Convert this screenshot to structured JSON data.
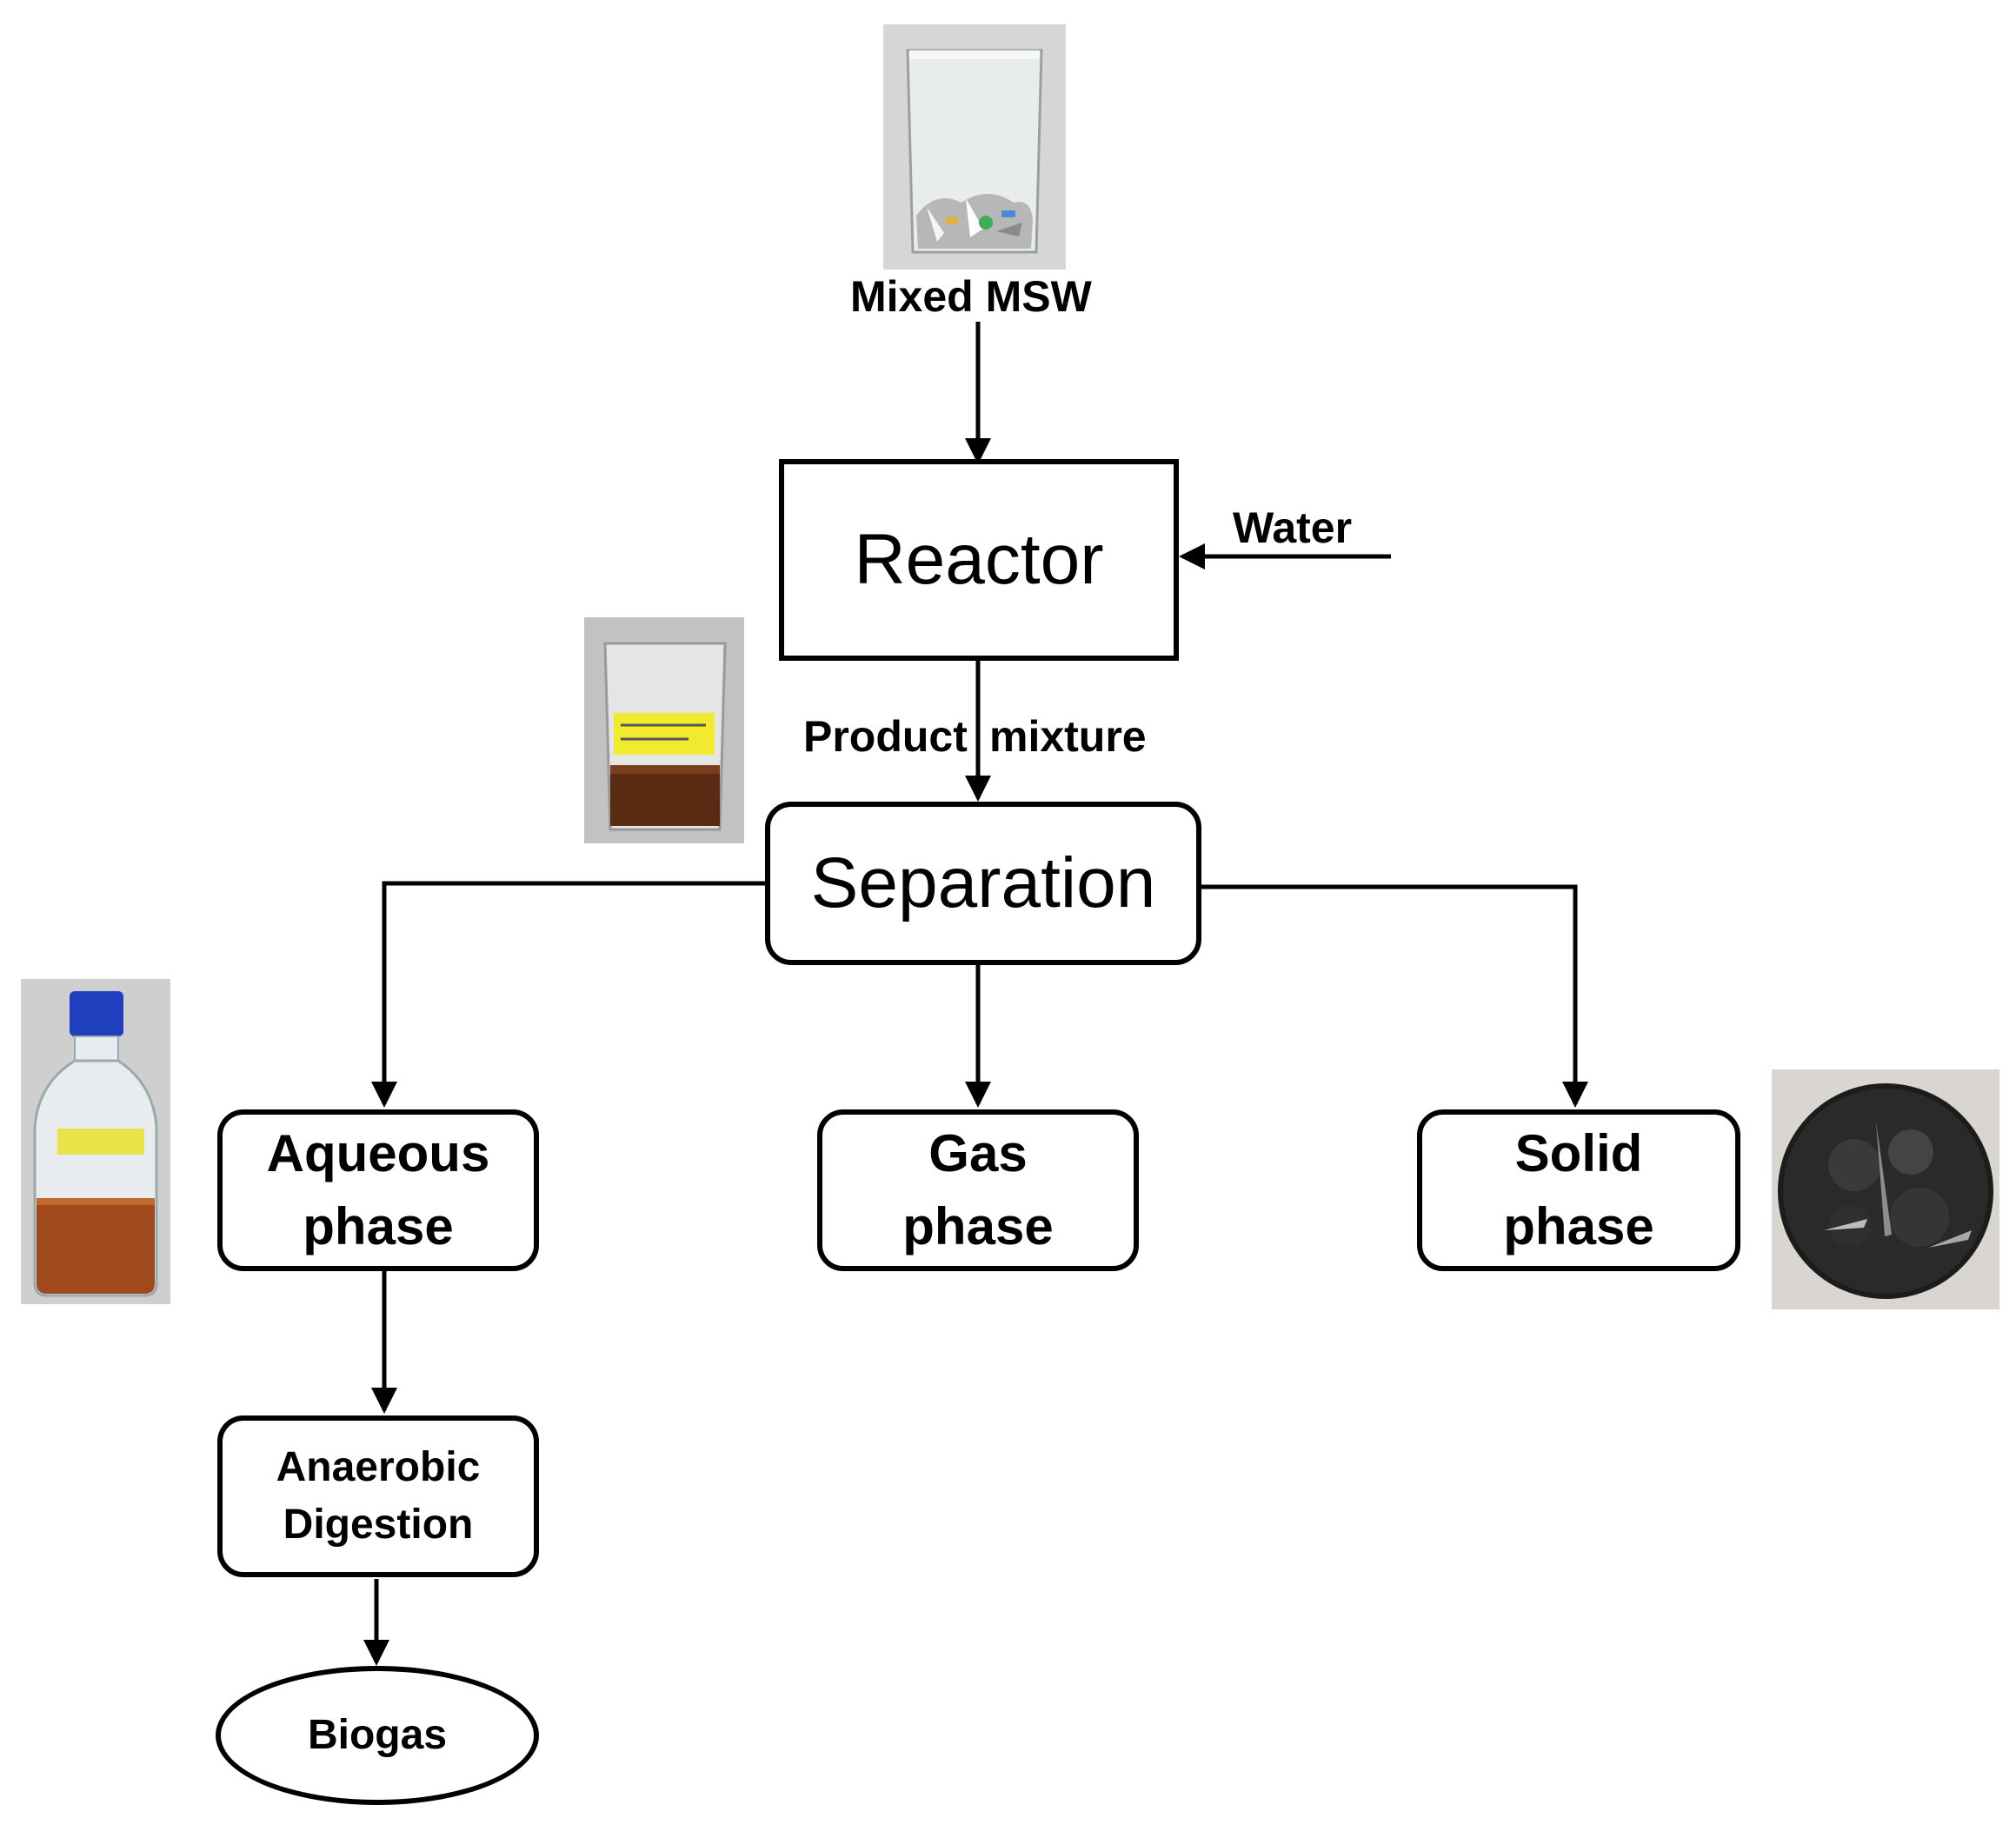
{
  "input_label": "Mixed MSW",
  "water_label": "Water",
  "product_label_left": "Product",
  "product_label_right": "mixture",
  "nodes": {
    "reactor": "Reactor",
    "separation": "Separation",
    "aqueous": [
      "Aqueous",
      "phase"
    ],
    "gas": [
      "Gas",
      "phase"
    ],
    "solid": [
      "Solid",
      "phase"
    ],
    "digestion": [
      "Anaerobic",
      "Digestion"
    ],
    "biogas": "Biogas"
  }
}
